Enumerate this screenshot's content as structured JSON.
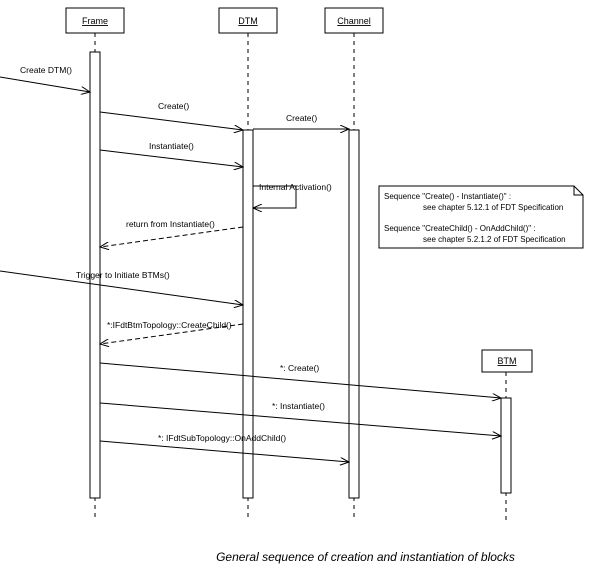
{
  "participants": {
    "frame": "Frame",
    "dtm": "DTM",
    "channel": "Channel",
    "btm": "BTM"
  },
  "messages": {
    "create_dtm": "Create DTM()",
    "create_1": "Create()",
    "create_2": "Create()",
    "instantiate": "Instantiate()",
    "internal_activation": "Internal Activation()",
    "return_instantiate": "return from Instantiate()",
    "trigger": "Trigger to Initiate BTMs()",
    "create_child": "*:IFdtBtmTopology::CreateChild()",
    "star_create": "*: Create()",
    "star_instantiate": "*: Instantiate()",
    "on_add_child": "*: IFdtSubTopology::OnAddChild()"
  },
  "note": {
    "line1": "Sequence \"Create() - Instantiate()\" :",
    "line2": "see chapter  5.12.1 of FDT Specification",
    "line3": "Sequence \"CreateChild() - OnAddChild()\" :",
    "line4": "see chapter  5.2.1.2 of FDT Specification"
  },
  "caption": "General sequence of creation and instantiation of blocks"
}
